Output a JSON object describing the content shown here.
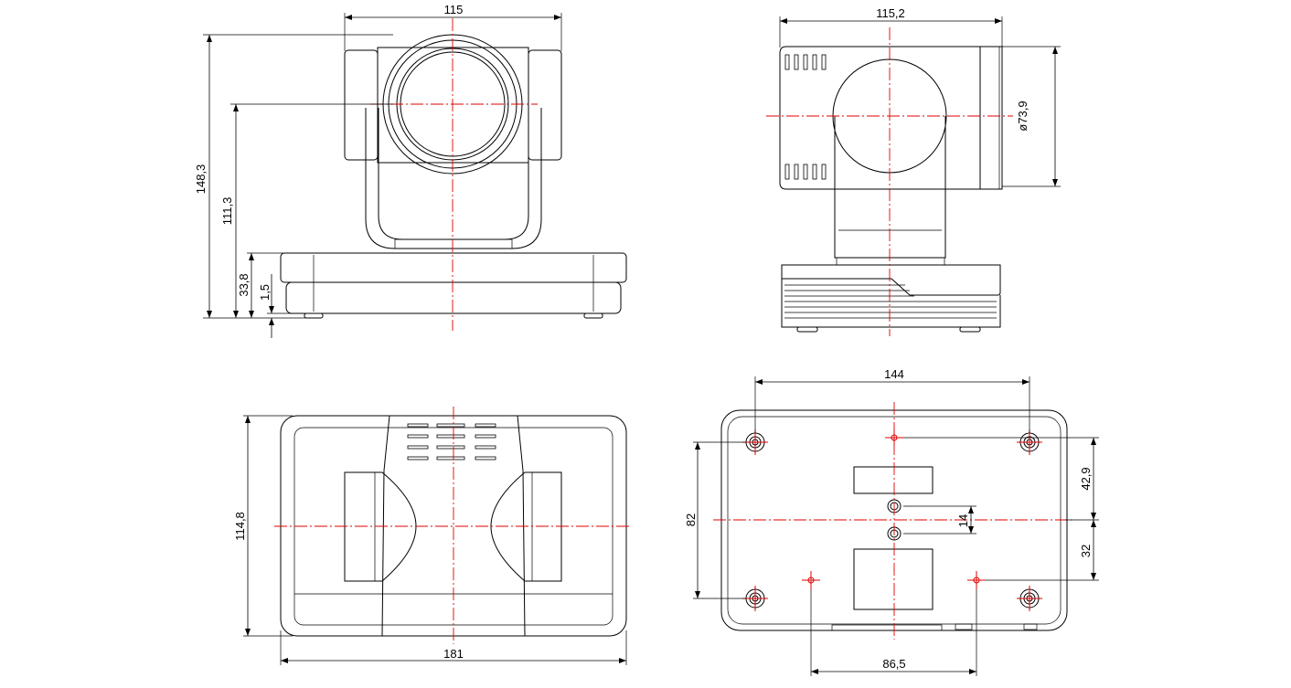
{
  "front_view": {
    "width_label": "115",
    "total_height_label": "148,3",
    "axis_height_label": "111,3",
    "base_height_label": "33,8",
    "foot_height_label": "1,5"
  },
  "side_view": {
    "width_label": "115,2",
    "diameter_label": "ø73,9"
  },
  "top_view": {
    "depth_label": "114,8",
    "length_label": "181"
  },
  "bottom_view": {
    "hole_spacing_x_label": "144",
    "hole_spacing_y_label": "82",
    "upper_offset_label": "42,9",
    "lower_offset_label": "32",
    "center_holes_label": "14",
    "inner_holes_label": "86,5"
  }
}
